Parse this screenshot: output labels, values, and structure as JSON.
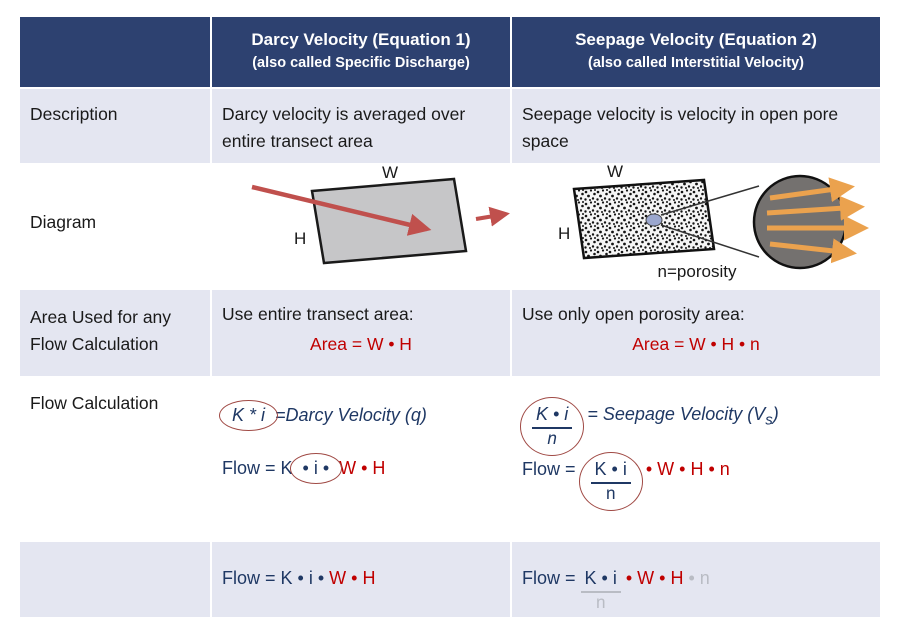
{
  "colors": {
    "header_bg": "#2D4170",
    "row_alt_bg": "#E4E6F1",
    "formula_navy": "#1F3864",
    "formula_red": "#C00000",
    "canceled_gray": "#B9BCC4",
    "flow_arrow_red": "#C0504D",
    "pore_arrow_orange": "#EBA24E"
  },
  "header": {
    "darcy_title": "Darcy Velocity (Equation 1)",
    "darcy_subtitle": "(also called Specific Discharge)",
    "seepage_title": "Seepage Velocity (Equation 2)",
    "seepage_subtitle": "(also called Interstitial Velocity)"
  },
  "description": {
    "label": "Description",
    "darcy": "Darcy velocity is averaged over entire transect area",
    "seepage": "Seepage velocity is velocity in open pore space"
  },
  "diagram": {
    "label": "Diagram",
    "darcy_width_label": "W",
    "darcy_height_label": "H",
    "seepage_width_label": "W",
    "seepage_height_label": "H",
    "porosity_label": "n=porosity"
  },
  "area": {
    "label": "Area Used for any Flow Calculation",
    "darcy_text": "Use entire transect area:",
    "darcy_formula": "Area = W • H",
    "seepage_text": "Use only open porosity area:",
    "seepage_formula": "Area = W • H • n"
  },
  "flow": {
    "label": "Flow Calculation",
    "darcy_eq_circled": "K * i",
    "darcy_eq_rest": "=Darcy Velocity (q)",
    "darcy_flow_pre": "Flow = K",
    "darcy_flow_circled": "• i •",
    "darcy_flow_red": "W • H",
    "seepage_frac_num": "K • i",
    "seepage_frac_den": "n",
    "seepage_eq_rest": "= Seepage Velocity (V",
    "seepage_eq_sub": "s",
    "seepage_eq_end": ")",
    "seepage_flow_pre": "Flow =",
    "seepage_flow_frac_num": "K • i",
    "seepage_flow_frac_den": "n",
    "seepage_flow_red": "• W • H • n"
  },
  "final": {
    "darcy_pre": "Flow = K • i •",
    "darcy_red": "W • H",
    "seepage_pre": "Flow =",
    "seepage_frac_num": "K • i",
    "seepage_frac_den": "n",
    "seepage_red": "• W • H",
    "seepage_gray": "• n"
  }
}
